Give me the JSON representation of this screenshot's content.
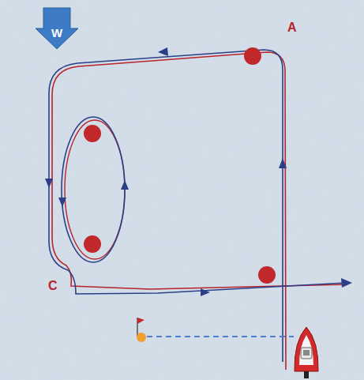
{
  "diagram": {
    "labels": [
      "W",
      "A",
      "C"
    ]
  }
}
